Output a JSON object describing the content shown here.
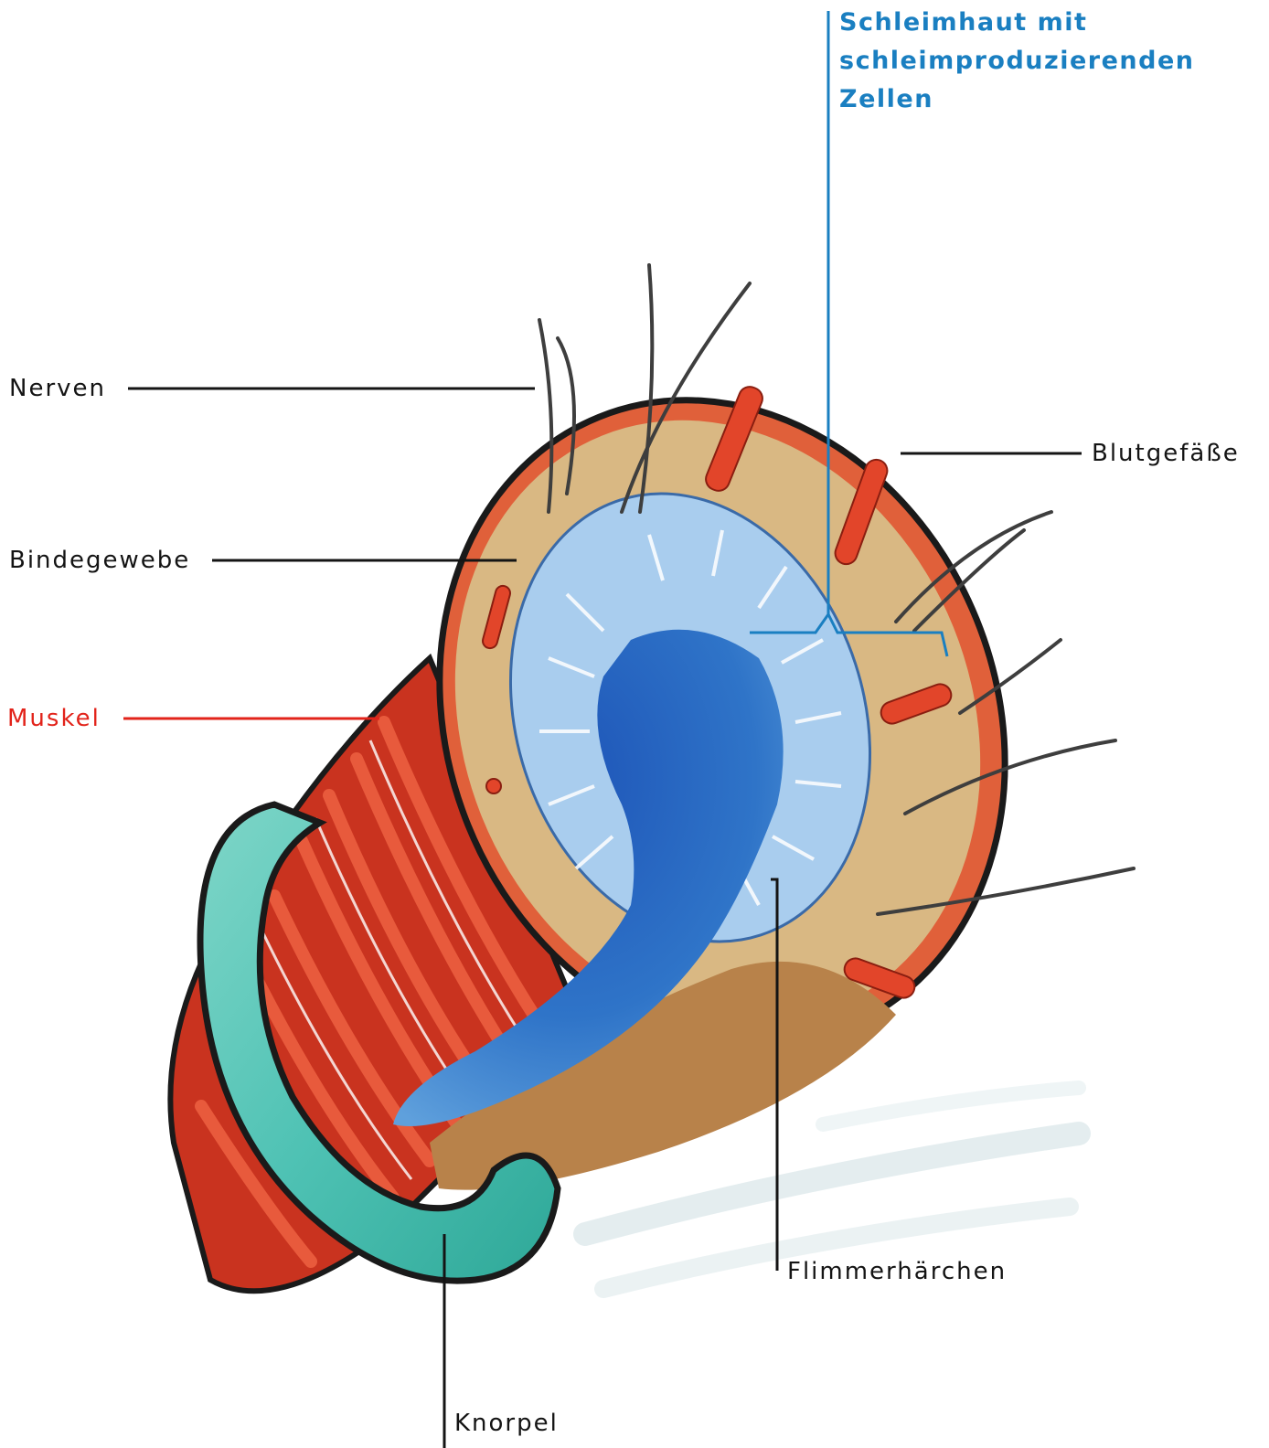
{
  "labels": {
    "schleimhaut": {
      "lines": [
        "Schleimhaut mit",
        "schleimproduzierenden",
        "Zellen"
      ],
      "color": "#1a7fc1"
    },
    "nerven": {
      "text": "Nerven",
      "color": "#141414"
    },
    "blutgefaesse": {
      "text": "Blutgefäße",
      "color": "#141414"
    },
    "bindegewebe": {
      "text": "Bindegewebe",
      "color": "#141414"
    },
    "muskel": {
      "text": "Muskel",
      "color": "#e2231a"
    },
    "flimmerhaerchen": {
      "text": "Flimmerhärchen",
      "color": "#141414"
    },
    "knorpel": {
      "text": "Knorpel",
      "color": "#141414"
    }
  },
  "palette": {
    "connective_tissue": "#d9b883",
    "outer_layer": "#e0603a",
    "muscle": "#d8402a",
    "mucosa_light": "#a9cdee",
    "lumen": "#2f74c8",
    "cartilage": "#4fc2b4",
    "nerve": "#4a4a4a"
  }
}
